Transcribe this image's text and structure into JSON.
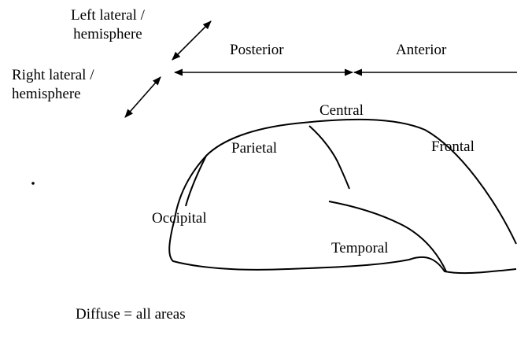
{
  "labels": {
    "left_lateral_line1": "Left lateral /",
    "left_lateral_line2": "hemisphere",
    "right_lateral_line1": "Right lateral /",
    "right_lateral_line2": "hemisphere",
    "posterior": "Posterior",
    "anterior": "Anterior",
    "central": "Central",
    "parietal": "Parietal",
    "frontal": "Frontal",
    "occipital": "Occipital",
    "temporal": "Temporal",
    "diffuse_note": "Diffuse = all areas"
  },
  "colors": {
    "ink": "#000000",
    "background": "#ffffff"
  }
}
